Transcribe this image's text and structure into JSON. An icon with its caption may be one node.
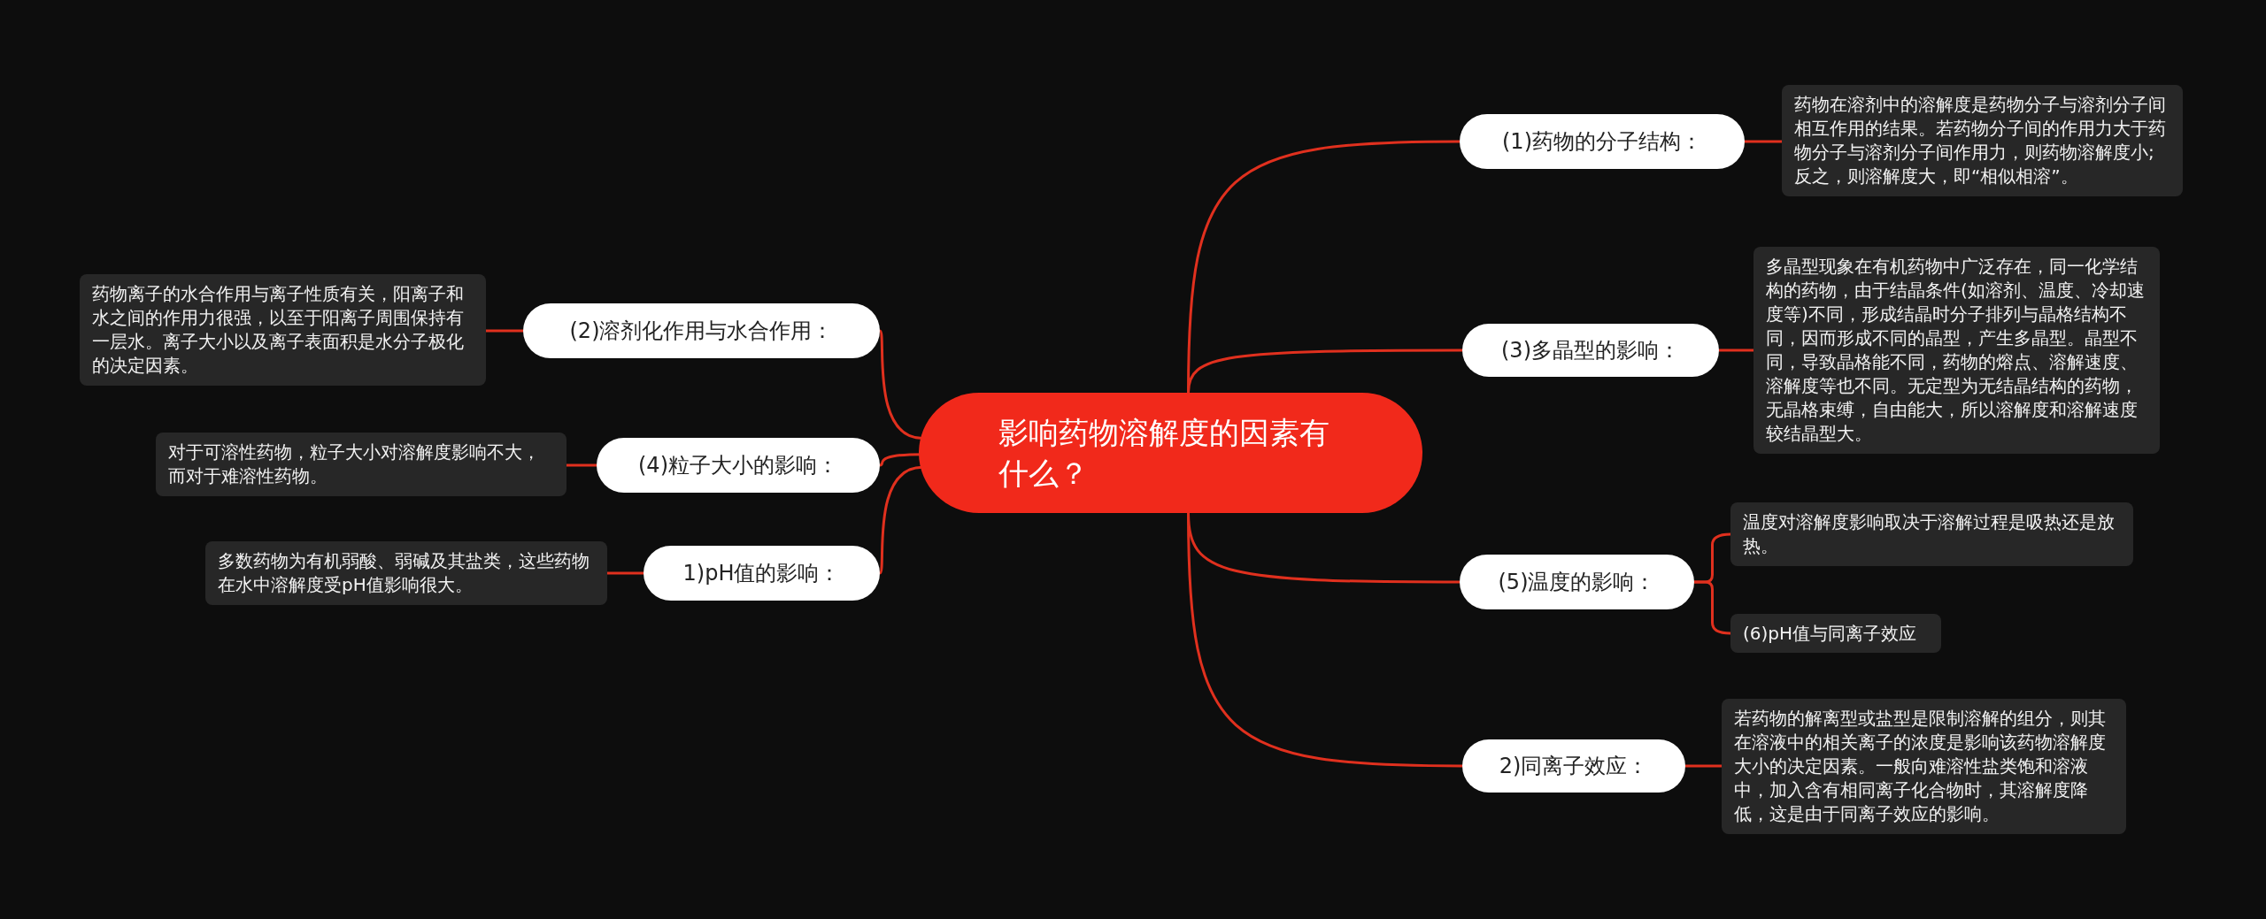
{
  "diagram": {
    "nodes": [
      {
        "text": [
          "影响药物溶解度的因素有什么？"
        ]
      },
      {
        "text": [
          "(1)药物的分子结构："
        ]
      },
      {
        "text": [
          "药物在溶剂中的溶解度是药物分子与溶剂分子间相互作用的结果。若药物分子间的作用力大于药物分子与溶剂分子间作用力，则药物溶解度小;反之，则溶解度大，即“相似相溶”。"
        ]
      },
      {
        "text": [
          "(2)溶剂化作用与水合作用："
        ]
      },
      {
        "text": [
          "药物离子的水合作用与离子性质有关，阳离子和水之间的作用力很强，以至于阳离子周围保持有一层水。离子大小以及离子表面积是水分子极化的决定因素。"
        ]
      },
      {
        "text": [
          "(3)多晶型的影响："
        ]
      },
      {
        "text": [
          "多晶型现象在有机药物中广泛存在，同一化学结构的药物，由于结晶条件(如溶剂、温度、冷却速度等)不同，形成结晶时分子排列与晶格结构不同，因而形成不同的晶型，产生多晶型。晶型不同，导致晶格能不同，药物的熔点、溶解速度、溶解度等也不同。无定型为无结晶结构的药物，无晶格束缚，自由能大，所以溶解度和溶解速度较结晶型大。"
        ]
      },
      {
        "text": [
          "(4)粒子大小的影响："
        ]
      },
      {
        "text": [
          "对于可溶性药物，粒子大小对溶解度影响不大，而对于难溶性药物。"
        ]
      },
      {
        "text": [
          "(5)温度的影响："
        ]
      },
      {
        "text": [
          "温度对溶解度影响取决于溶解过程是吸热还是放热。"
        ]
      },
      {
        "text": [
          "(6)pH值与同离子效应"
        ]
      },
      {
        "text": [
          "1)pH值的影响："
        ]
      },
      {
        "text": [
          "多数药物为有机弱酸、弱碱及其盐类，这些药物在水中溶解度受pH值影响很大。"
        ]
      },
      {
        "text": [
          "2)同离子效应："
        ]
      },
      {
        "text": [
          "若药物的解离型或盐型是限制溶解的组分，则其在溶液中的相关离子的浓度是影响该药物溶解度大小的决定因素。一般向难溶性盐类饱和溶液中，加入含有相同离子化合物时，其溶解度降低，这是由于同离子效应的影响。"
        ]
      }
    ],
    "edges": [
      {
        "from": 0,
        "to": 1,
        "arrow": "none"
      },
      {
        "from": 1,
        "to": 2,
        "arrow": "none"
      },
      {
        "from": 0,
        "to": 3,
        "arrow": "none"
      },
      {
        "from": 3,
        "to": 4,
        "arrow": "none"
      },
      {
        "from": 0,
        "to": 5,
        "arrow": "none"
      },
      {
        "from": 5,
        "to": 6,
        "arrow": "none"
      },
      {
        "from": 0,
        "to": 7,
        "arrow": "none"
      },
      {
        "from": 7,
        "to": 8,
        "arrow": "none"
      },
      {
        "from": 0,
        "to": 9,
        "arrow": "none"
      },
      {
        "from": 9,
        "to": 10,
        "arrow": "none"
      },
      {
        "from": 9,
        "to": 11,
        "arrow": "none"
      },
      {
        "from": 0,
        "to": 12,
        "arrow": "none"
      },
      {
        "from": 12,
        "to": 13,
        "arrow": "none"
      },
      {
        "from": 0,
        "to": 14,
        "arrow": "none"
      },
      {
        "from": 14,
        "to": 15,
        "arrow": "none"
      }
    ]
  }
}
